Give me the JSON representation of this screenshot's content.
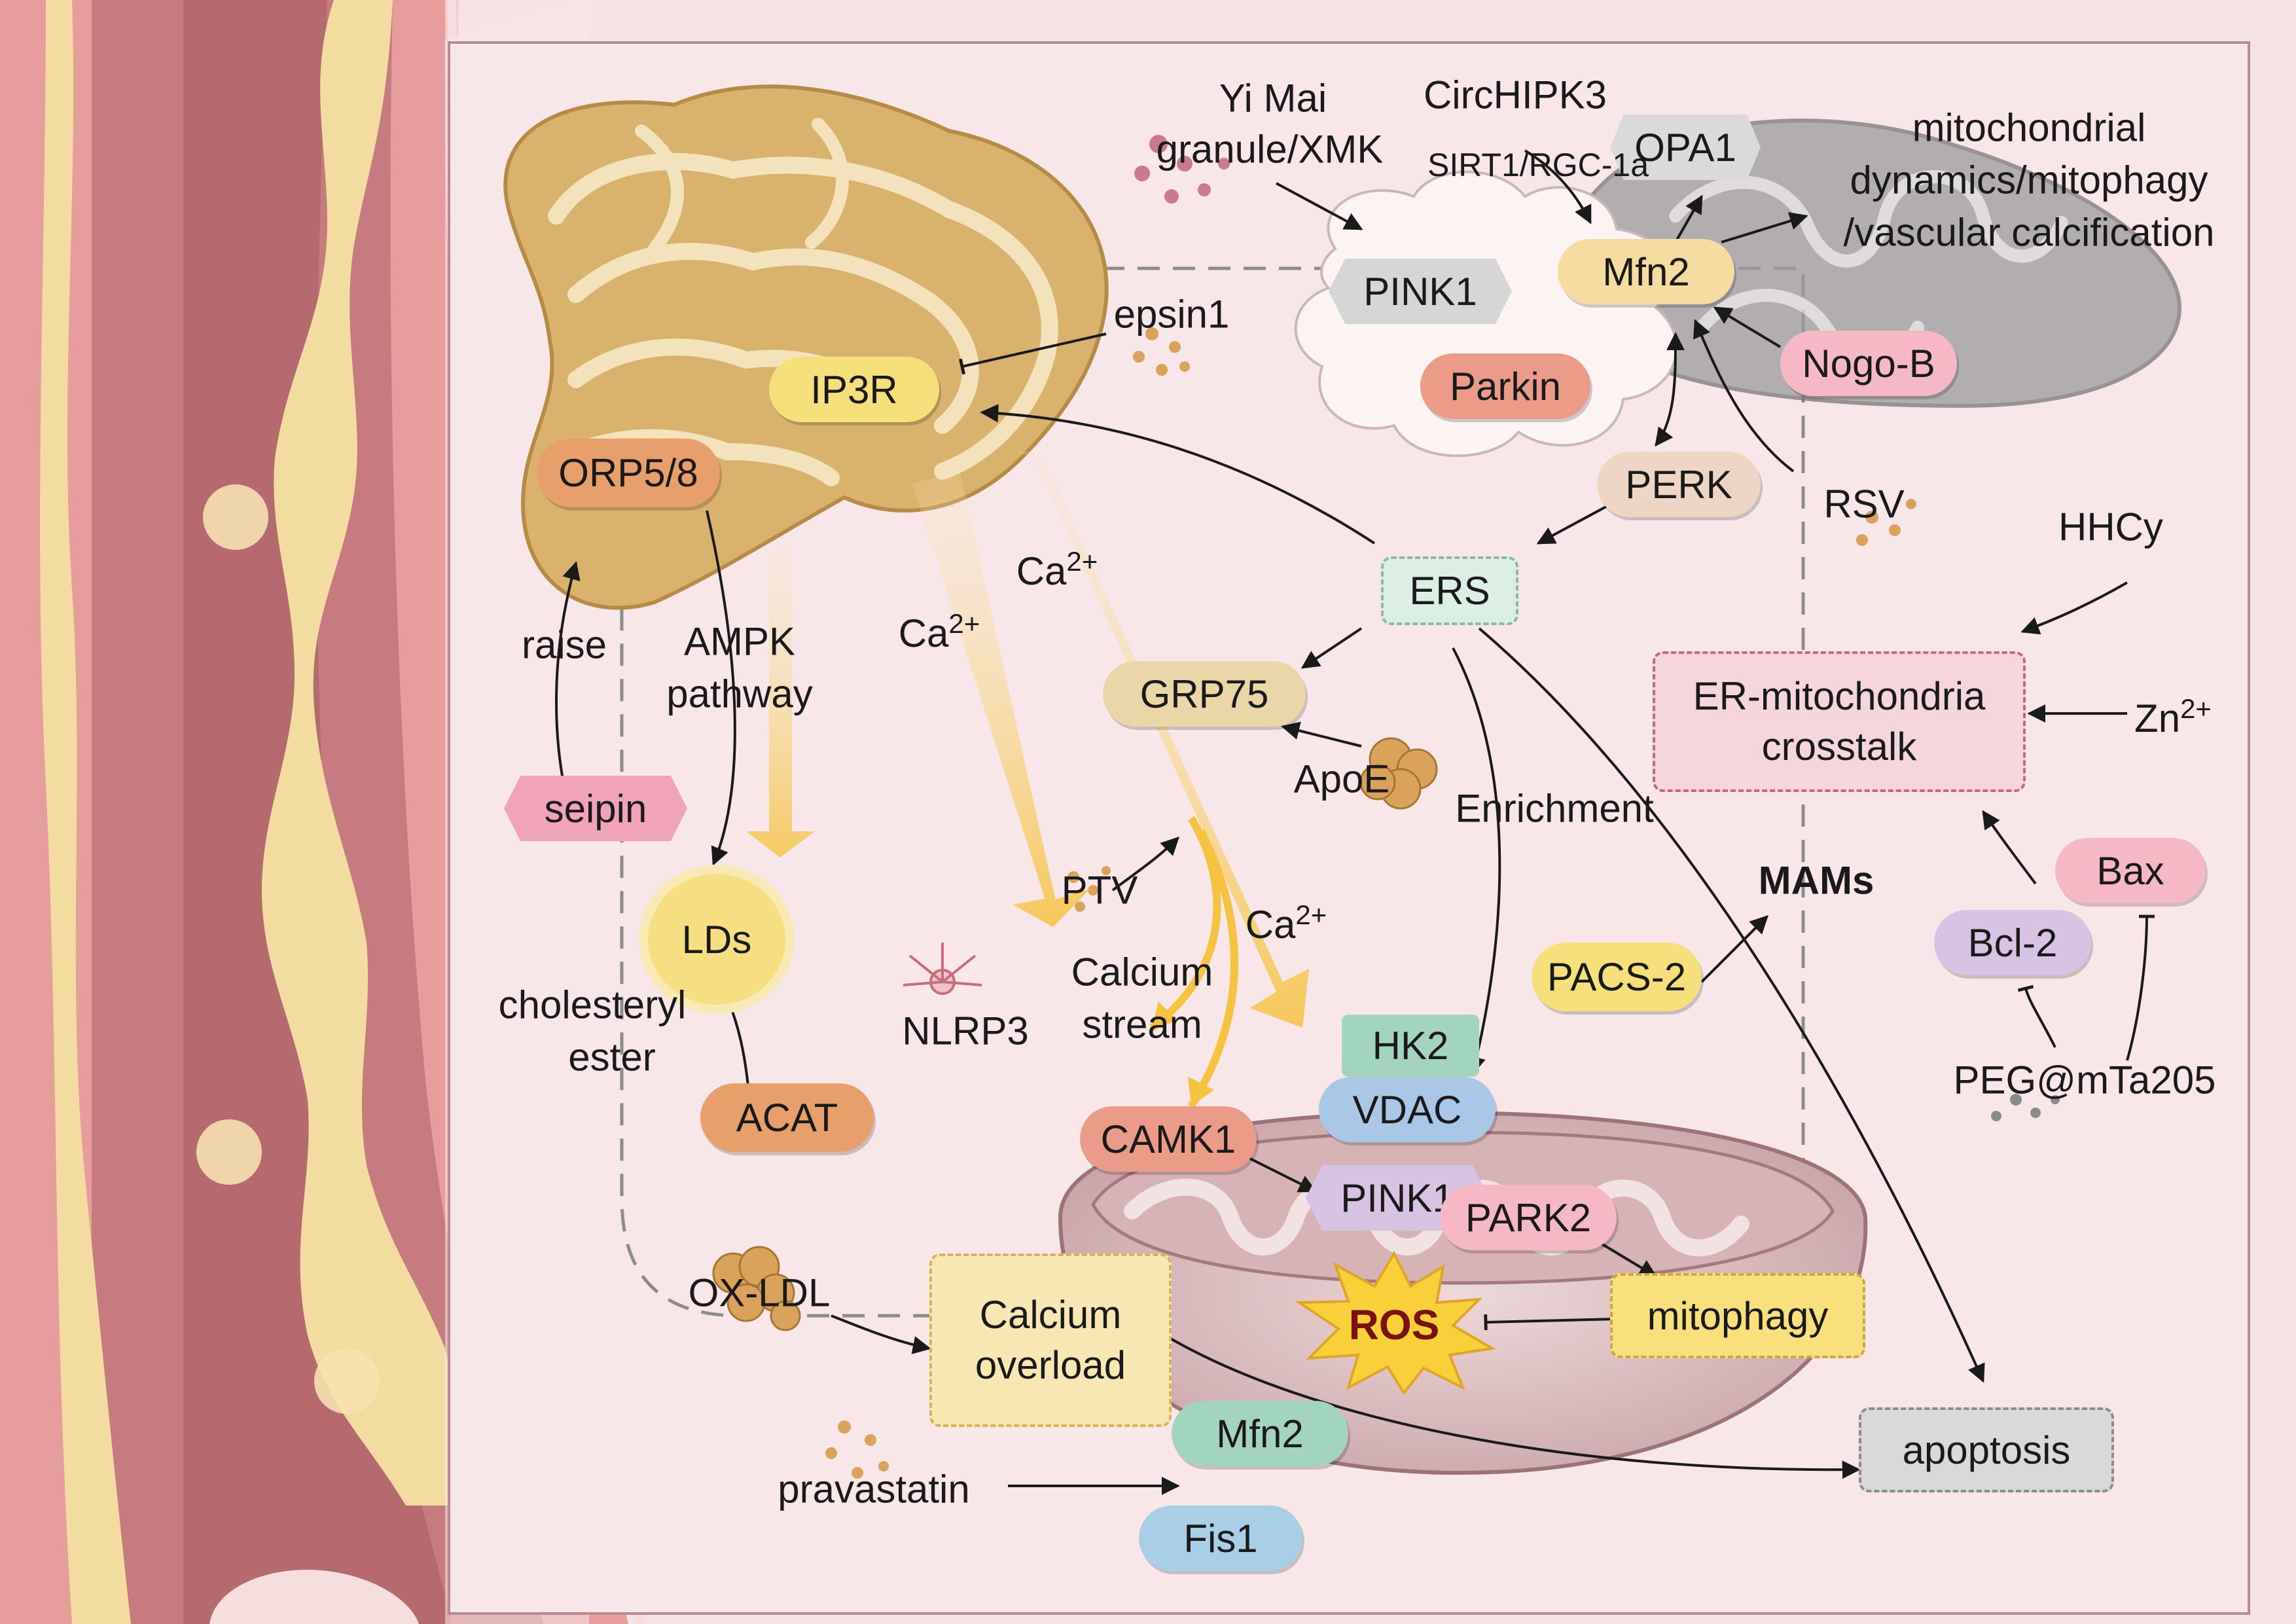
{
  "colors": {
    "background": "#f7e3e6",
    "vessel_dark": "#b56a6e",
    "plaque": "#f3dca0",
    "golgi": "#d9b26e",
    "mito_gray": "#9b9b9b",
    "calcium_arrow": "#f5c242"
  },
  "labels": {
    "yimai": "Yi Mai",
    "granule": "granule/XMK",
    "sirt1": "SIRT1/RGC-1a",
    "circhipk3": "CircHIPK3",
    "mito_dyn_1": "mitochondrial",
    "mito_dyn_2": "dynamics/mitophagy",
    "mito_dyn_3": "/vascular calcification",
    "epsin1": "epsin1",
    "rsv": "RSV",
    "hhcy": "HHCy",
    "zn": "Zn",
    "zn_sup": "2+",
    "raise": "raise",
    "ampk_1": "AMPK",
    "ampk_2": "pathway",
    "ca": "Ca",
    "ca_sup": "2+",
    "apoe": "ApoE",
    "enrichment": "Enrichment",
    "ptv": "PTV",
    "calcium_stream_1": "Calcium",
    "calcium_stream_2": "stream",
    "nlrp3": "NLRP3",
    "mams": "MAMs",
    "cholesteryl_1": "cholesteryl",
    "cholesteryl_2": "ester",
    "peg": "PEG@mTa205",
    "oxldl": "OX-LDL",
    "ros": "ROS",
    "pravastatin": "pravastatin"
  },
  "nodes": {
    "opa1": "OPA1",
    "pink1_top": "PINK1",
    "mfn2_top": "Mfn2",
    "parkin": "Parkin",
    "nogob": "Nogo-B",
    "perk": "PERK",
    "ip3r": "IP3R",
    "orp58": "ORP5/8",
    "ers": "ERS",
    "grp75": "GRP75",
    "seipin": "seipin",
    "lds": "LDs",
    "er_mito_1": "ER-mitochondria",
    "er_mito_2": "crosstalk",
    "bax": "Bax",
    "bcl2": "Bcl-2",
    "pacs2": "PACS-2",
    "hk2": "HK2",
    "vdac": "VDAC",
    "acat": "ACAT",
    "camk1": "CAMK1",
    "pink1_bottom": "PINK1",
    "park2": "PARK2",
    "calcium_overload_1": "Calcium",
    "calcium_overload_2": "overload",
    "mitophagy": "mitophagy",
    "mfn2_bottom": "Mfn2",
    "fis1": "Fis1",
    "apoptosis": "apoptosis"
  }
}
